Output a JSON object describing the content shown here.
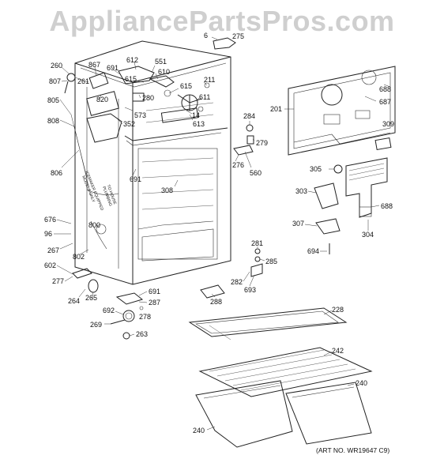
{
  "watermark": "AppliancePartsPros.com",
  "art_number": "(ART NO. WR19647 C9)",
  "icemaker_note": [
    "ICEMAKER EQUIPPED",
    "MODELS ONLY"
  ],
  "plumbing_note": [
    "TO HOUSE",
    "PLUMBING"
  ],
  "part_labels": [
    "6",
    "275",
    "260",
    "807",
    "867",
    "691",
    "612",
    "551",
    "610",
    "615",
    "211",
    "261",
    "820",
    "280",
    "615",
    "611",
    "573",
    "805",
    "808",
    "352",
    "14",
    "613",
    "284",
    "279",
    "201",
    "688",
    "687",
    "309",
    "276",
    "560",
    "305",
    "691",
    "308",
    "806",
    "303",
    "688",
    "676",
    "96",
    "800",
    "267",
    "307",
    "304",
    "281",
    "285",
    "694",
    "602",
    "802",
    "277",
    "282",
    "693",
    "264",
    "265",
    "691",
    "287",
    "288",
    "692",
    "278",
    "269",
    "263",
    "228",
    "242",
    "240",
    "240"
  ]
}
